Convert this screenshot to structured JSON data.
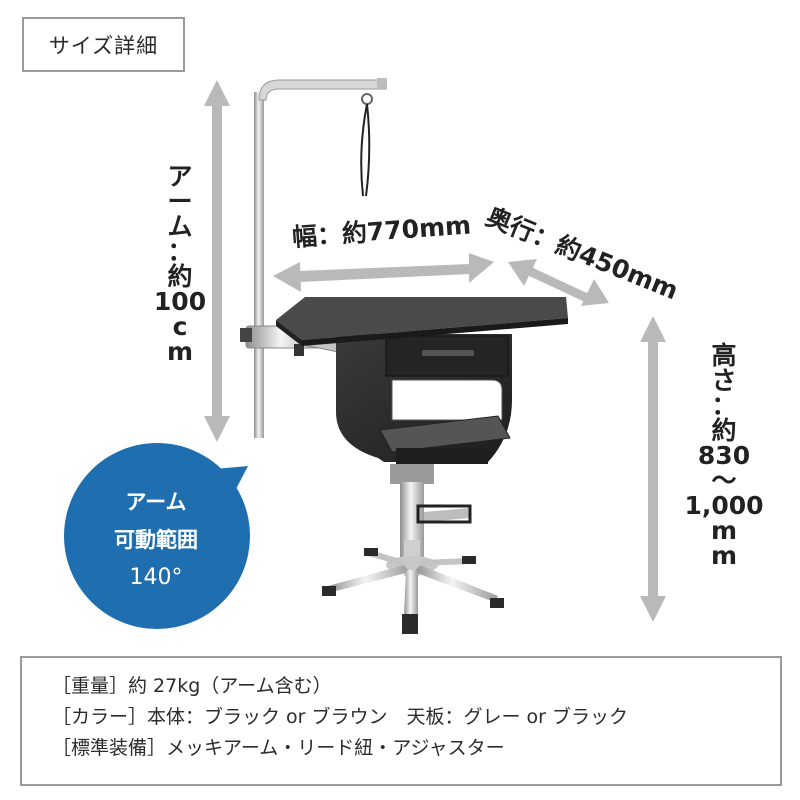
{
  "title": "サイズ詳細",
  "dimensions": {
    "width": "幅：約770mm",
    "depth": "奥行：約450mm",
    "arm_chars": [
      "ア",
      "ー",
      "ム",
      "：",
      "約",
      "100",
      "c",
      "m"
    ],
    "height_chars": [
      "高",
      "さ",
      "：",
      "約",
      "830",
      "〜",
      "1,000",
      "m",
      "m"
    ]
  },
  "bubble": {
    "line1": "アーム",
    "line2": "可動範囲",
    "line3": "140°",
    "color": "#1f6fb0"
  },
  "specs": [
    "［重量］約 27kg（アーム含む）",
    "［カラー］本体：ブラック or ブラウン　天板：グレー or ブラック",
    "［標準装備］メッキアーム・リード紐・アジャスター"
  ],
  "colors": {
    "arrow": "#b9b9b9",
    "border": "#9a9a9a",
    "tabletop": "#3f3f3f",
    "cabinet": "#2b2b2b",
    "chrome": "#cfcfcf"
  }
}
